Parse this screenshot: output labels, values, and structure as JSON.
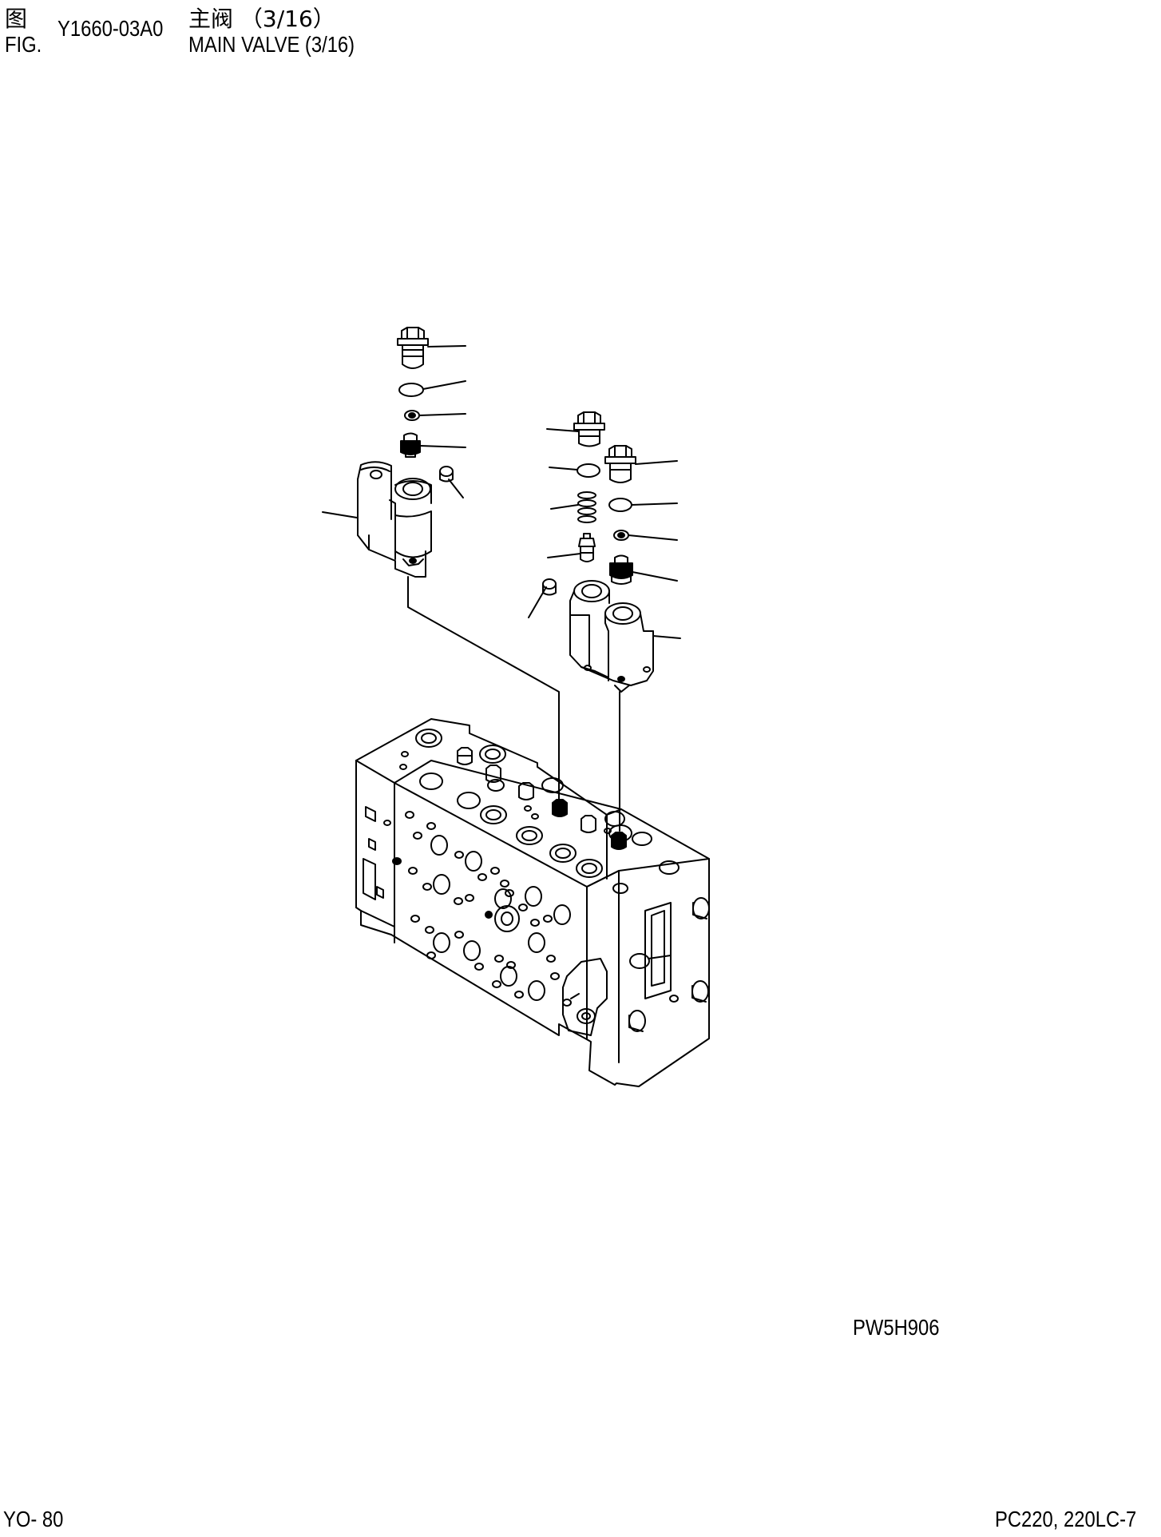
{
  "header": {
    "fig_label_cn": "图",
    "fig_label_en": "FIG.",
    "figure_code": "Y1660-03A0",
    "title_cn": "主阀 （3/16）",
    "title_en": "MAIN VALVE (3/16)"
  },
  "drawing": {
    "reference_code": "PW5H906"
  },
  "footer": {
    "page_number": "YO- 80",
    "model": "PC220, 220LC-7"
  }
}
